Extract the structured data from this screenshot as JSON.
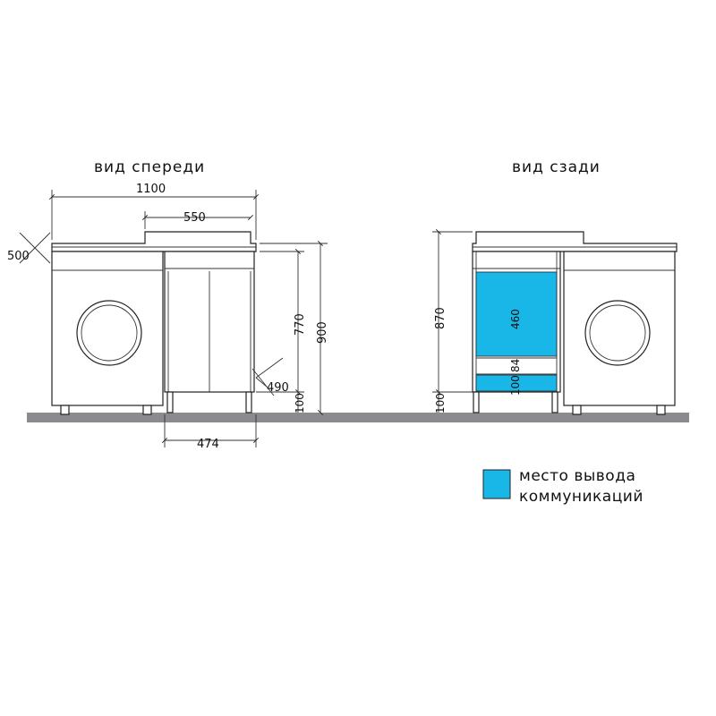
{
  "front_view": {
    "title": "вид спереди",
    "dims": {
      "overall_width": "1100",
      "basin_width": "550",
      "depth": "500",
      "height_body": "770",
      "height_total": "900",
      "cabinet_depth": "490",
      "leg_height": "100",
      "cabinet_width": "474"
    }
  },
  "back_view": {
    "title": "вид сзади",
    "dims": {
      "height_body": "870",
      "leg_height": "100",
      "zone_upper": "460",
      "zone_lower_a": "84",
      "zone_lower_b": "100"
    }
  },
  "legend": {
    "swatch_color": "#19b7e8",
    "line1": "место вывода",
    "line2": "коммуникаций"
  },
  "colors": {
    "floor": "#8a8a8f",
    "zone": "#19b7e8"
  }
}
